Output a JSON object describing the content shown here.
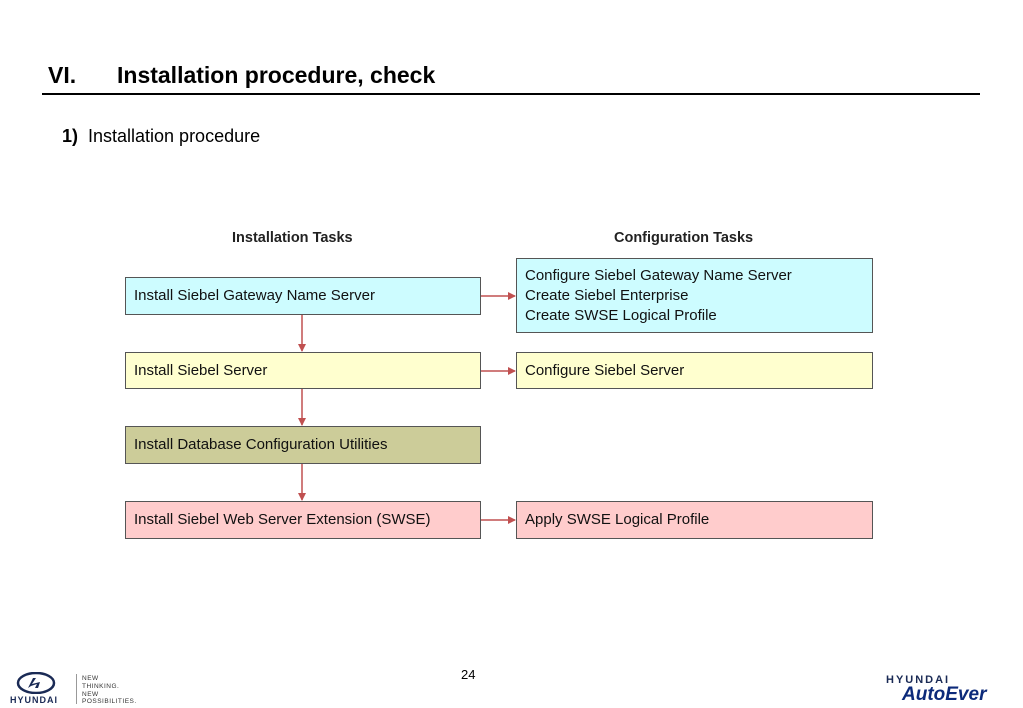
{
  "header": {
    "section_number": "VI.",
    "title": "Installation procedure, check"
  },
  "subheading": {
    "number": "1)",
    "text": "Installation procedure"
  },
  "diagram": {
    "installation_header": "Installation Tasks",
    "configuration_header": "Configuration Tasks",
    "installation_tasks": [
      "Install Siebel Gateway Name Server",
      "Install Siebel Server",
      "Install Database Configuration Utilities",
      "Install Siebel Web Server Extension (SWSE)"
    ],
    "configuration_tasks": [
      [
        "Configure Siebel Gateway Name Server",
        "Create Siebel Enterprise",
        "Create SWSE Logical Profile"
      ],
      [
        "Configure Siebel Server"
      ],
      [
        "Apply SWSE Logical Profile"
      ]
    ],
    "colors": {
      "blue": "#cdfcff",
      "yellow": "#ffffcf",
      "olive": "#cccc99",
      "pink": "#ffcccc",
      "arrow": "#c05050"
    }
  },
  "footer": {
    "page_number": "24",
    "left_logo_brand": "HYUNDAI",
    "left_logo_tagline": [
      "NEW",
      "THINKING.",
      "NEW",
      "POSSIBILITIES."
    ],
    "right_logo_brand": "HYUNDAI",
    "right_logo_product": "AutoEver"
  }
}
